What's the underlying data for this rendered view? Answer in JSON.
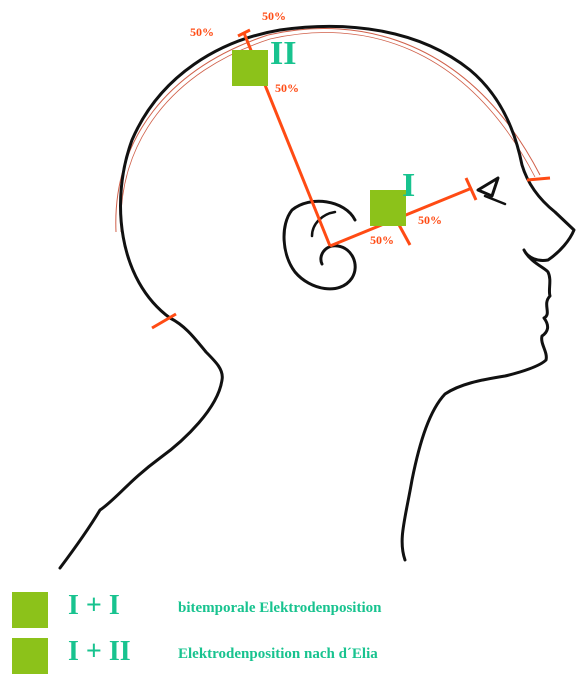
{
  "colors": {
    "outline": "#111111",
    "measure_line": "#ff4b14",
    "electrode": "#8cc21a",
    "label_text": "#18c38f",
    "thin_contour": "#d0604a"
  },
  "diagram": {
    "percent_labels": {
      "top_center": "50%",
      "top_left": "50%",
      "below_electrode_II": "50%",
      "temporal_left": "50%",
      "temporal_right": "50%"
    },
    "position_labels": {
      "electrode_II": "II",
      "electrode_I": "I"
    }
  },
  "legend": {
    "items": [
      {
        "combo": "I + I",
        "description": "bitemporale Elektrodenposition"
      },
      {
        "combo": "I + II",
        "description": "Elektrodenposition nach d´Elia"
      }
    ]
  }
}
